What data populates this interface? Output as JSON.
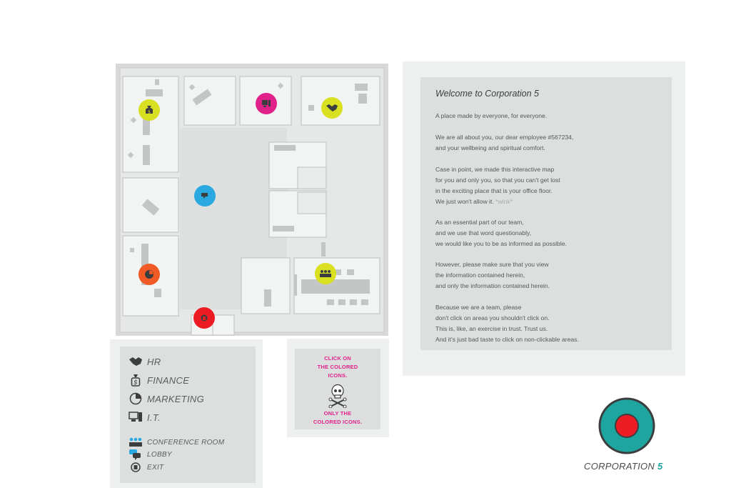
{
  "welcome": {
    "title": "Welcome to Corporation 5",
    "paragraphs": [
      [
        "A place made by everyone, for everyone."
      ],
      [
        "We are all about you, our dear employee #567234,",
        "and your wellbeing and spiritual comfort."
      ],
      [
        "Case in point, we made this interactive map",
        "for you and only you, so that you can't get lost",
        "in the exciting place that is your office floor.",
        "We just won't allow it."
      ],
      [
        "As an essential part of our team,",
        "and we use that word questionably,",
        "we would like you to be as informed as possible."
      ],
      [
        "However, please make sure that you view",
        "the information contained herein,",
        "and only the information contained herein."
      ],
      [
        "Because we are a team, please",
        "don't click on areas you shouldn't click on.",
        "This is, like, an exercise in trust. Trust us.",
        "And it's just bad taste to click on non-clickable areas."
      ]
    ],
    "wink": "*wink*"
  },
  "legend": {
    "hr": "HR",
    "finance": "FINANCE",
    "marketing": "MARKETING",
    "it": "I.T.",
    "conference": "CONFERENCE ROOM",
    "lobby": "LOBBY",
    "exit": "EXIT"
  },
  "warning": {
    "line1": "CLICK ON",
    "line2": "THE COLORED",
    "line3": "ICONS.",
    "line4": "ONLY THE",
    "line5": "COLORED ICONS."
  },
  "logo": {
    "name": "CORPORATION",
    "number": "5"
  },
  "colors": {
    "hr": "#d9e021",
    "finance": "#d9e021",
    "it": "#e0218a",
    "lobby": "#29a9e0",
    "marketing": "#f15a24",
    "conference": "#d9e021",
    "exit": "#ed1c24",
    "logo_ring": "#1fa5a0",
    "logo_core": "#ed1c24",
    "warning_text": "#e0218a"
  },
  "icons": {
    "hr": "handshake-icon",
    "finance": "money-bag-icon",
    "marketing": "pie-chart-icon",
    "it": "computer-icon",
    "conference": "group-icon",
    "lobby": "speech-bubbles-icon",
    "exit": "exit-icon",
    "warning": "skull-crossbones-icon"
  }
}
